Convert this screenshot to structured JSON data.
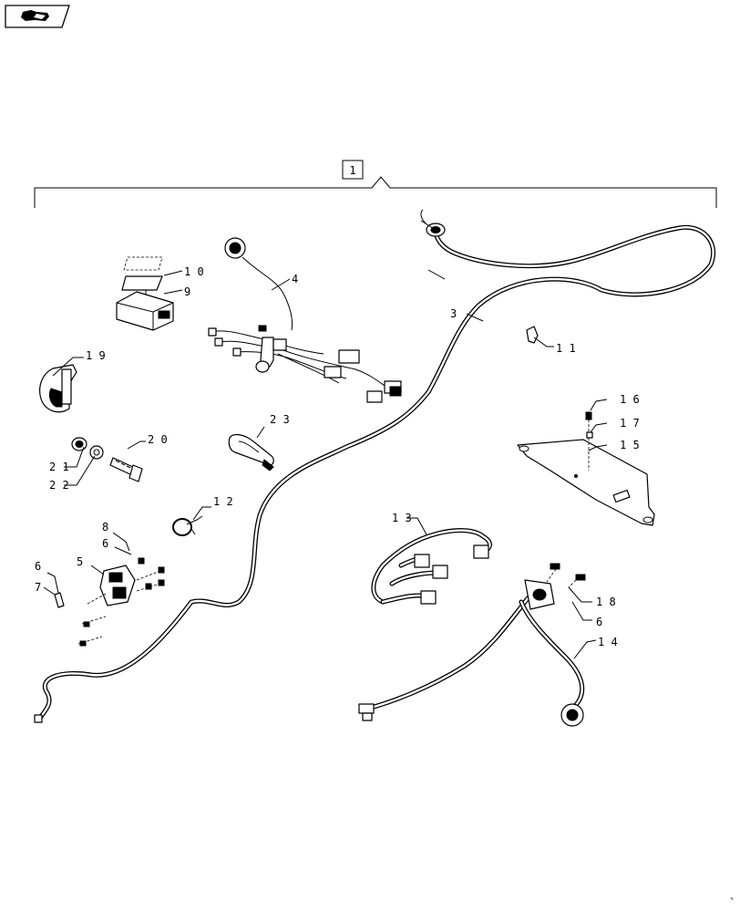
{
  "assembly_ref": "1",
  "callouts": [
    {
      "id": "c3",
      "text": "3"
    },
    {
      "id": "c4",
      "text": "4"
    },
    {
      "id": "c5",
      "text": "5"
    },
    {
      "id": "c6a",
      "text": "6"
    },
    {
      "id": "c6b",
      "text": "6"
    },
    {
      "id": "c6c",
      "text": "6"
    },
    {
      "id": "c7",
      "text": "7"
    },
    {
      "id": "c8",
      "text": "8"
    },
    {
      "id": "c9",
      "text": "9"
    },
    {
      "id": "c10",
      "text": "1 0"
    },
    {
      "id": "c11",
      "text": "1 1"
    },
    {
      "id": "c12",
      "text": "1 2"
    },
    {
      "id": "c13",
      "text": "1 3"
    },
    {
      "id": "c14",
      "text": "1 4"
    },
    {
      "id": "c15",
      "text": "1 5"
    },
    {
      "id": "c16",
      "text": "1 6"
    },
    {
      "id": "c17",
      "text": "1 7"
    },
    {
      "id": "c18",
      "text": "1 8"
    },
    {
      "id": "c19",
      "text": "1 9"
    },
    {
      "id": "c20",
      "text": "2 0"
    },
    {
      "id": "c21",
      "text": "2 1"
    },
    {
      "id": "c22",
      "text": "2 2"
    },
    {
      "id": "c23",
      "text": "2 3"
    }
  ]
}
